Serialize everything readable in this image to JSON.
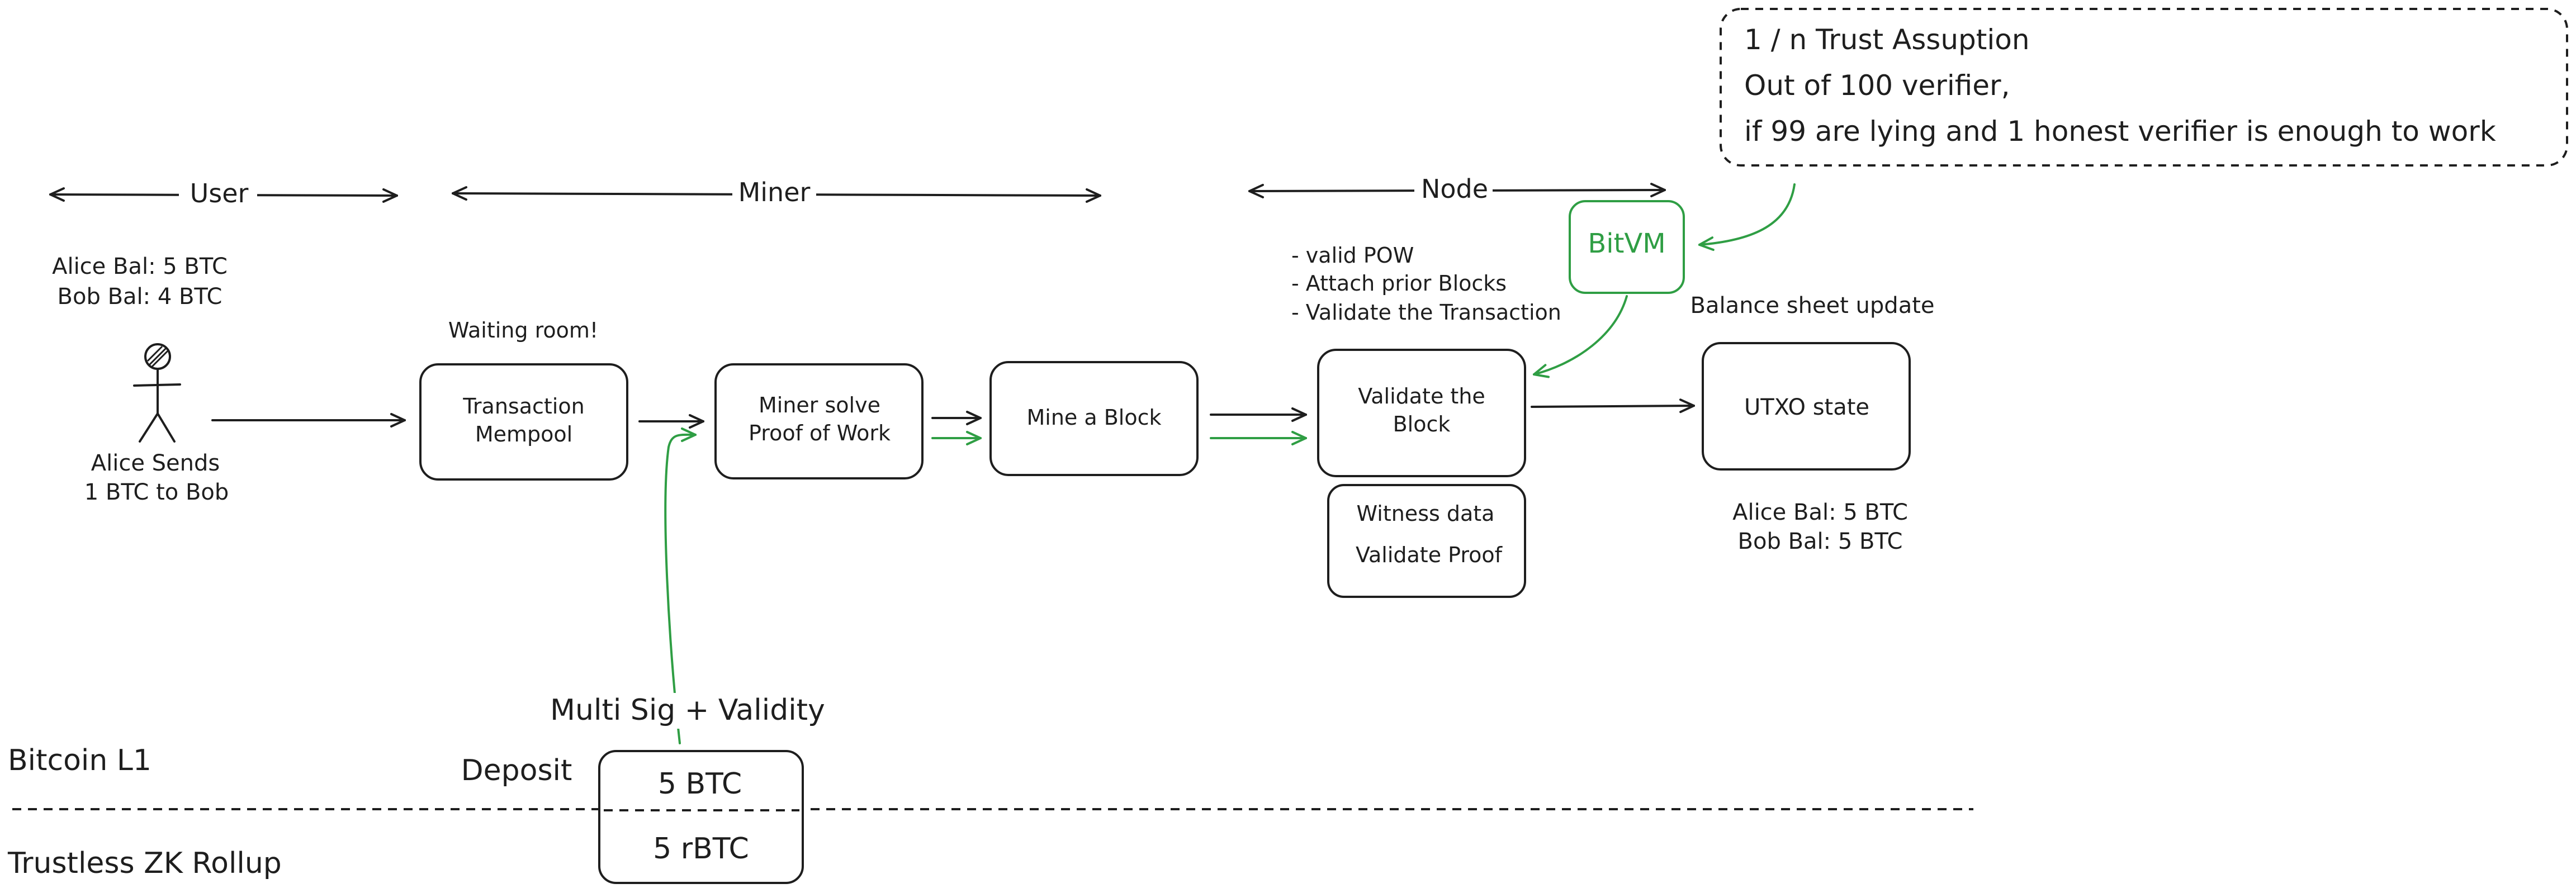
{
  "lanes": {
    "user": "User",
    "miner": "Miner",
    "node": "Node"
  },
  "user": {
    "alice_before": "Alice Bal: 5 BTC",
    "bob_before": "Bob Bal: 4 BTC",
    "sends_line1": "Alice Sends",
    "sends_line2": "1 BTC to Bob"
  },
  "mempool": {
    "caption": "Waiting room!",
    "line1": "Transaction",
    "line2": "Mempool"
  },
  "pow": {
    "line1": "Miner solve",
    "line2": "Proof of Work"
  },
  "mine": {
    "label": "Mine a Block"
  },
  "validate": {
    "notes": [
      "- valid POW",
      "- Attach prior Blocks",
      "- Validate the Transaction"
    ],
    "line1": "Validate the",
    "line2": "Block"
  },
  "witness": {
    "line1": "Witness data",
    "line2": "Validate Proof"
  },
  "bitvm": {
    "label": "BitVM"
  },
  "trust": {
    "line1": "1 / n Trust Assuption",
    "line2": "Out of 100 verifier,",
    "line3": "if 99 are lying and 1 honest verifier is enough to work"
  },
  "utxo": {
    "caption": "Balance sheet update",
    "label": "UTXO state",
    "alice_after": "Alice Bal: 5 BTC",
    "bob_after": "Bob Bal: 5 BTC"
  },
  "bridge": {
    "multisig": "Multi Sig + Validity",
    "deposit": "Deposit",
    "btc": "5 BTC",
    "rbtc": "5 rBTC"
  },
  "layers": {
    "l1": "Bitcoin L1",
    "rollup": "Trustless ZK Rollup"
  },
  "colors": {
    "ink": "#1e1e1e",
    "accent": "#2f9e44"
  }
}
